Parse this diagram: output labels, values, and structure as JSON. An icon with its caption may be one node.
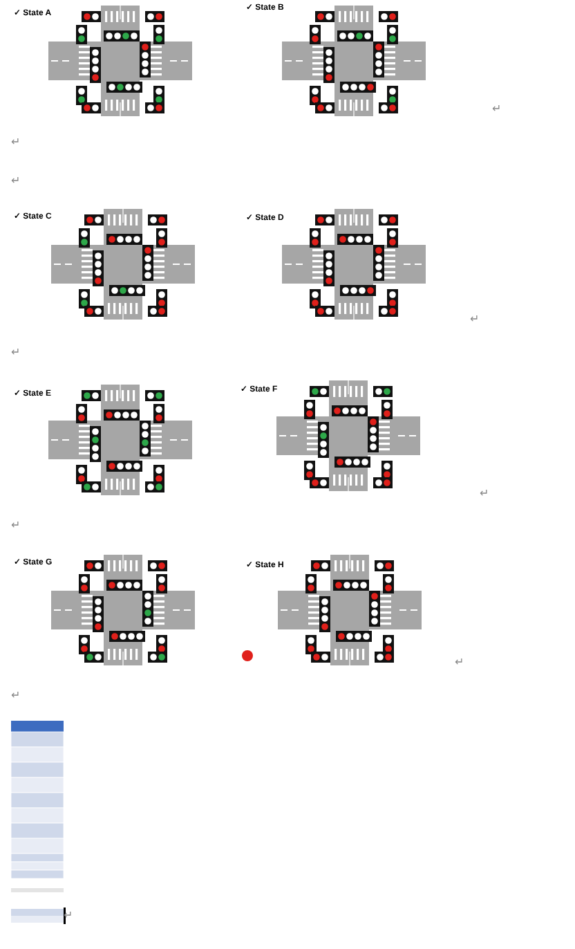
{
  "diagram": {
    "labels": [
      "✓ State A",
      "✓ State B",
      "↵",
      "↵",
      "↵",
      "✓ State C",
      "✓ State D",
      "↵",
      "↵",
      "✓ State E",
      "✓ State F",
      "↵",
      "↵",
      "✓ State G",
      "✓ State H",
      "↵",
      "↵",
      "↵"
    ]
  }
}
